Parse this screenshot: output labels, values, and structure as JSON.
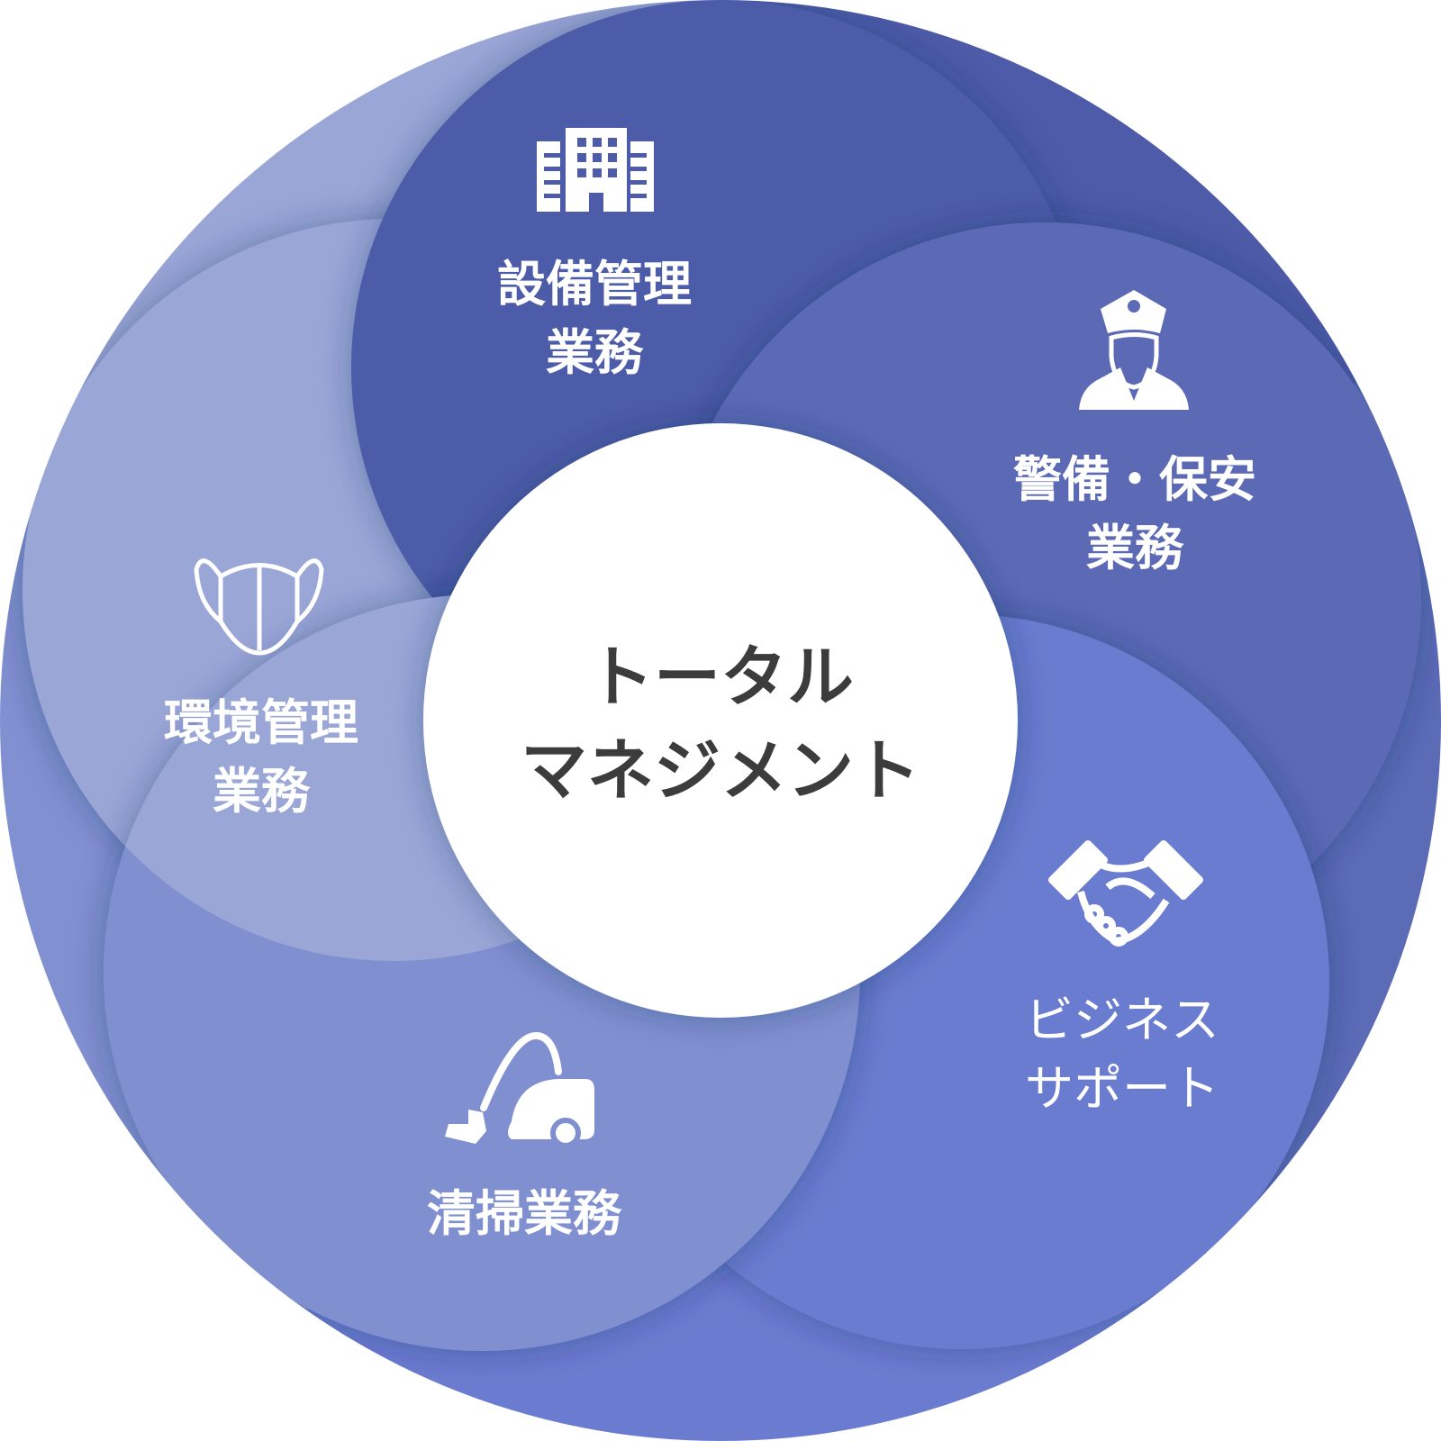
{
  "center": {
    "line1": "トータル",
    "line2": "マネジメント"
  },
  "services": [
    {
      "icon": "building-icon",
      "line1": "設備管理",
      "line2": "業務"
    },
    {
      "icon": "security-guard-icon",
      "line1": "警備・保安",
      "line2": "業務"
    },
    {
      "icon": "handshake-icon",
      "line1": "ビジネス",
      "line2": "サポート"
    },
    {
      "icon": "vacuum-cleaner-icon",
      "line1": "清掃業務",
      "line2": ""
    },
    {
      "icon": "mask-icon",
      "line1": "環境管理",
      "line2": "業務"
    }
  ],
  "colors": {
    "top": "#4d5ba8",
    "right": "#5b6bb6",
    "bottom_right": "#6b7bcf",
    "bottom": "#808fcf",
    "left": "#9aa6d6"
  }
}
